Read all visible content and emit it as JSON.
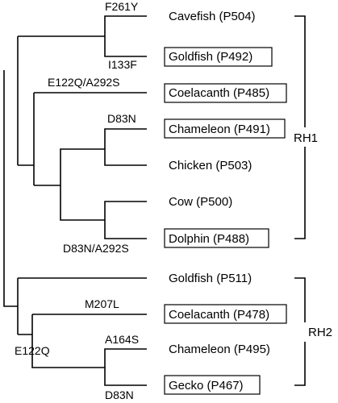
{
  "taxa": [
    {
      "id": "cavefish",
      "label": "Cavefish (P504)",
      "boxed": false
    },
    {
      "id": "goldfish-rh1",
      "label": "Goldfish (P492)",
      "boxed": true
    },
    {
      "id": "coelacanth-rh1",
      "label": "Coelacanth (P485)",
      "boxed": true
    },
    {
      "id": "chameleon-rh1",
      "label": "Chameleon (P491)",
      "boxed": true
    },
    {
      "id": "chicken",
      "label": "Chicken (P503)",
      "boxed": false
    },
    {
      "id": "cow",
      "label": "Cow (P500)",
      "boxed": false
    },
    {
      "id": "dolphin",
      "label": "Dolphin (P488)",
      "boxed": true
    },
    {
      "id": "goldfish-rh2",
      "label": "Goldfish (P511)",
      "boxed": false
    },
    {
      "id": "coelacanth-rh2",
      "label": "Coelacanth (P478)",
      "boxed": true
    },
    {
      "id": "chameleon-rh2",
      "label": "Chameleon (P495)",
      "boxed": false
    },
    {
      "id": "gecko",
      "label": "Gecko (P467)",
      "boxed": true
    }
  ],
  "mutations": {
    "f261y": "F261Y",
    "i133f": "I133F",
    "e122q_a292s": "E122Q/A292S",
    "d83n_top": "D83N",
    "d83n_a292s": "D83N/A292S",
    "m207l": "M207L",
    "e122q": "E122Q",
    "a164s": "A164S",
    "d83n_bottom": "D83N"
  },
  "groups": {
    "rh1": "RH1",
    "rh2": "RH2"
  }
}
